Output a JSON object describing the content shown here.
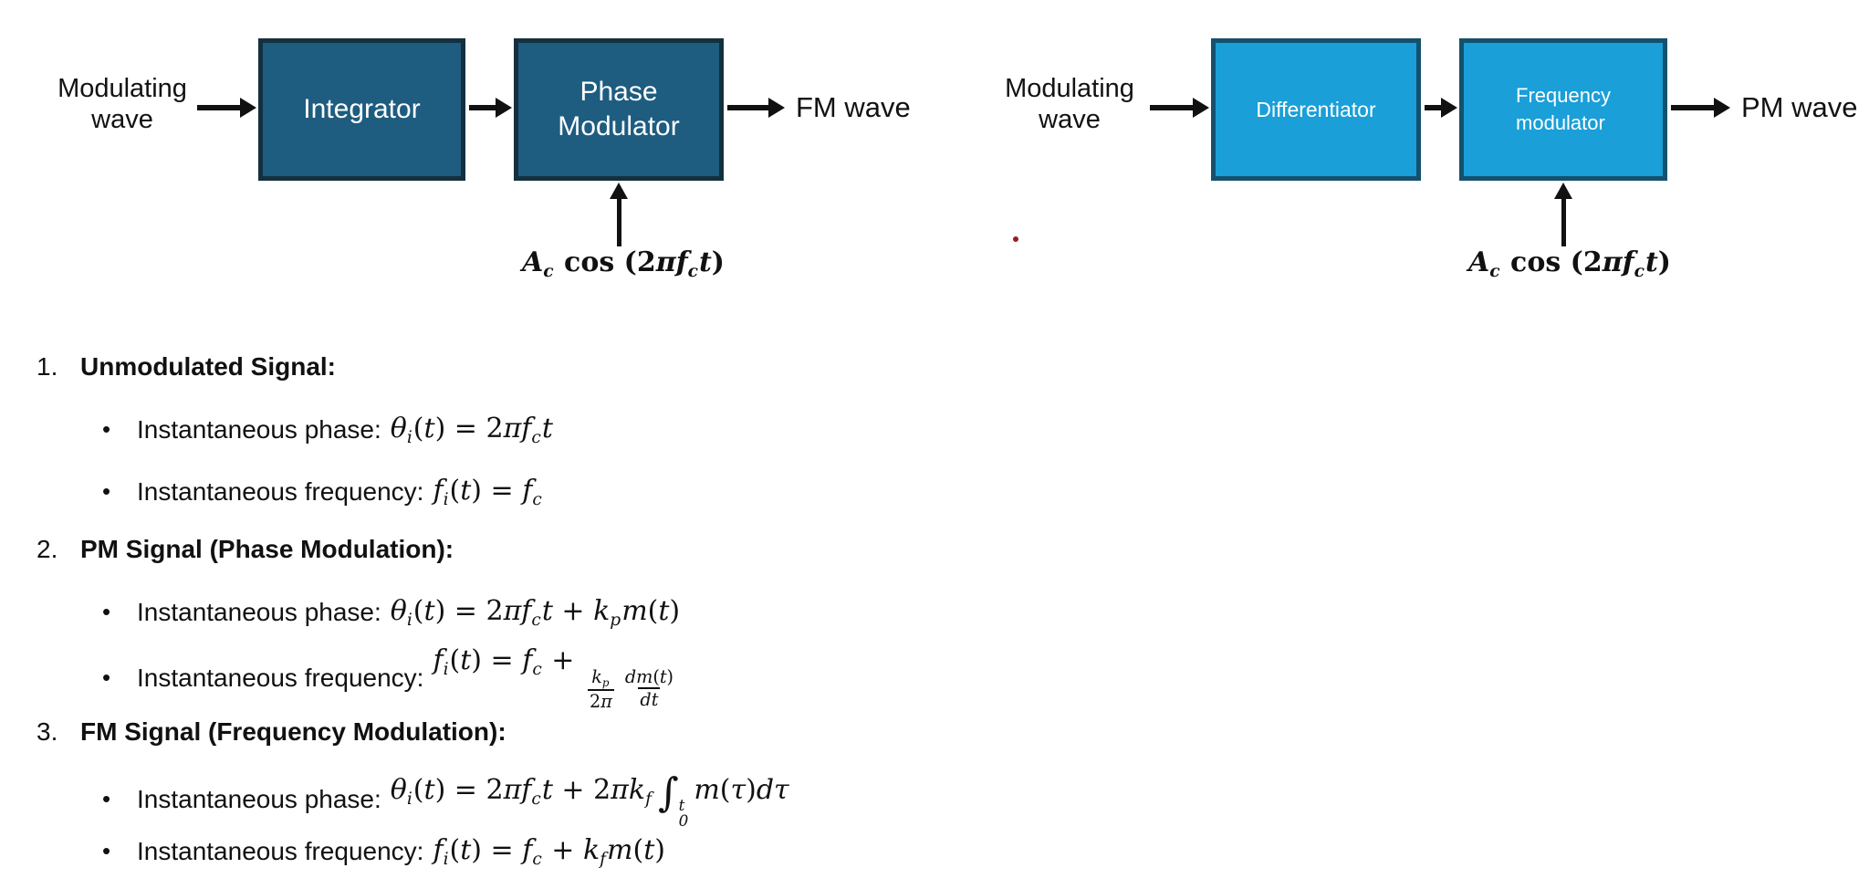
{
  "colors": {
    "fm_box_fill": "#1E5C80",
    "fm_box_border": "#14303F",
    "pm_box_fill": "#1A9FD8",
    "pm_box_border": "#14516E",
    "arrow": "#111111",
    "stray_dot": "#9B1B24"
  },
  "fm_diagram": {
    "input_line1": "Modulating",
    "input_line2": "wave",
    "block1_label": "Integrator",
    "block2_line1": "Phase",
    "block2_line2": "Modulator",
    "output_label": "FM wave",
    "carrier": [
      [
        "i",
        "A"
      ],
      [
        "sub",
        "c"
      ],
      [
        "r",
        " cos (2"
      ],
      [
        "i",
        "π"
      ],
      [
        "i",
        "f"
      ],
      [
        "sub",
        "c"
      ],
      [
        "i",
        "t"
      ],
      [
        "r",
        ")"
      ]
    ]
  },
  "pm_diagram": {
    "input_line1": "Modulating",
    "input_line2": "wave",
    "block1_label": "Differentiator",
    "block2_line1": "Frequency",
    "block2_line2": "modulator",
    "output_label": "PM wave",
    "carrier": [
      [
        "i",
        "A"
      ],
      [
        "sub",
        "c"
      ],
      [
        "r",
        " cos (2"
      ],
      [
        "i",
        "π"
      ],
      [
        "i",
        "f"
      ],
      [
        "sub",
        "c"
      ],
      [
        "i",
        "t"
      ],
      [
        "r",
        ")"
      ]
    ]
  },
  "notes": {
    "items": [
      {
        "num": "1.",
        "title": "Unmodulated Signal:",
        "bullets": [
          {
            "label": "Instantaneous phase:",
            "math": [
              [
                "i",
                "θ"
              ],
              [
                "sub",
                "i"
              ],
              [
                "r",
                "("
              ],
              [
                "i",
                "t"
              ],
              [
                "r",
                ") = 2"
              ],
              [
                "i",
                "π"
              ],
              [
                "i",
                "f"
              ],
              [
                "sub",
                "c"
              ],
              [
                "i",
                "t"
              ]
            ]
          },
          {
            "label": "Instantaneous frequency:",
            "math": [
              [
                "i",
                "f"
              ],
              [
                "sub",
                "i"
              ],
              [
                "r",
                "("
              ],
              [
                "i",
                "t"
              ],
              [
                "r",
                ") = "
              ],
              [
                "i",
                "f"
              ],
              [
                "sub",
                "c"
              ]
            ]
          }
        ]
      },
      {
        "num": "2.",
        "title": "PM Signal (Phase Modulation):",
        "bullets": [
          {
            "label": "Instantaneous phase:",
            "math": [
              [
                "i",
                "θ"
              ],
              [
                "sub",
                "i"
              ],
              [
                "r",
                "("
              ],
              [
                "i",
                "t"
              ],
              [
                "r",
                ") = 2"
              ],
              [
                "i",
                "π"
              ],
              [
                "i",
                "f"
              ],
              [
                "sub",
                "c"
              ],
              [
                "i",
                "t"
              ],
              [
                "r",
                " + "
              ],
              [
                "i",
                "k"
              ],
              [
                "sub",
                "p"
              ],
              [
                "i",
                "m"
              ],
              [
                "r",
                "("
              ],
              [
                "i",
                "t"
              ],
              [
                "r",
                ")"
              ]
            ]
          },
          {
            "label": "Instantaneous frequency:",
            "math": [
              [
                "i",
                "f"
              ],
              [
                "sub",
                "i"
              ],
              [
                "r",
                "("
              ],
              [
                "i",
                "t"
              ],
              [
                "r",
                ") = "
              ],
              [
                "i",
                "f"
              ],
              [
                "sub",
                "c"
              ],
              [
                "r",
                " + "
              ],
              [
                "frac",
                [
                  [
                    "i",
                    "k"
                  ],
                  [
                    "sub",
                    "p"
                  ]
                ],
                [
                  [
                    "r",
                    "2"
                  ],
                  [
                    "i",
                    "π"
                  ]
                ]
              ],
              [
                "frac",
                [
                  [
                    "i",
                    "d"
                  ],
                  [
                    "i",
                    "m"
                  ],
                  [
                    "r",
                    "("
                  ],
                  [
                    "i",
                    "t"
                  ],
                  [
                    "r",
                    ")"
                  ]
                ],
                [
                  [
                    "i",
                    "d"
                  ],
                  [
                    "i",
                    "t"
                  ]
                ]
              ]
            ]
          }
        ]
      },
      {
        "num": "3.",
        "title": "FM Signal (Frequency Modulation):",
        "bullets": [
          {
            "label": "Instantaneous phase:",
            "math": [
              [
                "i",
                "θ"
              ],
              [
                "sub",
                "i"
              ],
              [
                "r",
                "("
              ],
              [
                "i",
                "t"
              ],
              [
                "r",
                ") = 2"
              ],
              [
                "i",
                "π"
              ],
              [
                "i",
                "f"
              ],
              [
                "sub",
                "c"
              ],
              [
                "i",
                "t"
              ],
              [
                "r",
                " + 2"
              ],
              [
                "i",
                "π"
              ],
              [
                "i",
                "k"
              ],
              [
                "sub",
                "f"
              ],
              [
                "int",
                "0",
                "t"
              ],
              [
                "i",
                "m"
              ],
              [
                "r",
                "("
              ],
              [
                "i",
                "τ"
              ],
              [
                "r",
                ")"
              ],
              [
                "i",
                "d"
              ],
              [
                "i",
                "τ"
              ]
            ]
          },
          {
            "label": "Instantaneous frequency:",
            "math": [
              [
                "i",
                "f"
              ],
              [
                "sub",
                "i"
              ],
              [
                "r",
                "("
              ],
              [
                "i",
                "t"
              ],
              [
                "r",
                ") = "
              ],
              [
                "i",
                "f"
              ],
              [
                "sub",
                "c"
              ],
              [
                "r",
                " + "
              ],
              [
                "i",
                "k"
              ],
              [
                "sub",
                "f"
              ],
              [
                "i",
                "m"
              ],
              [
                "r",
                "("
              ],
              [
                "i",
                "t"
              ],
              [
                "r",
                ")"
              ]
            ]
          }
        ]
      }
    ]
  }
}
